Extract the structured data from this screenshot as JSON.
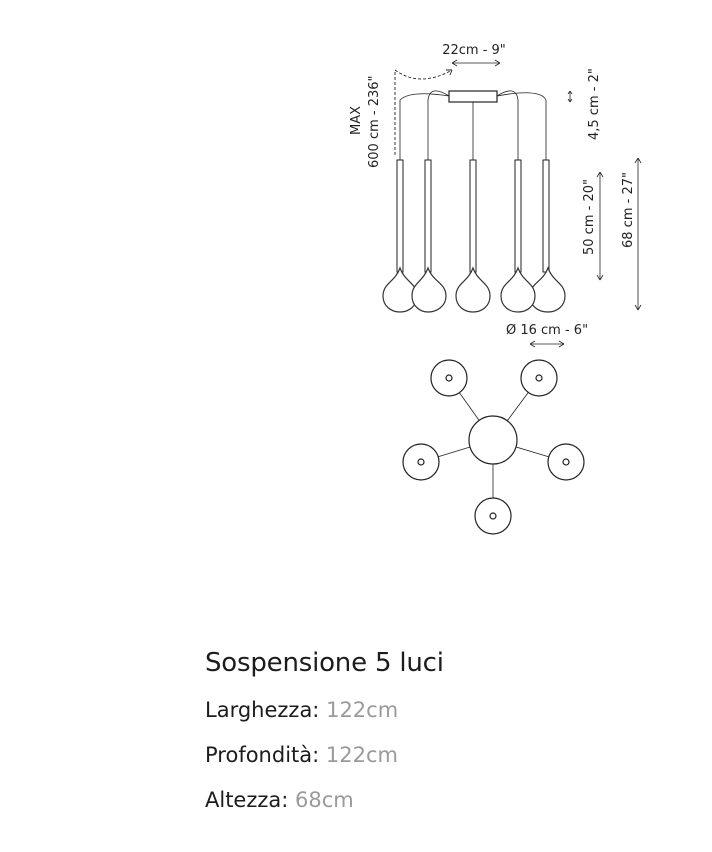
{
  "diagram": {
    "dim_canopy_width": "22cm - 9\"",
    "dim_canopy_height": "4,5 cm - 2\"",
    "dim_max_label": "MAX",
    "dim_max_value": "600 cm - 236\"",
    "dim_lamp_height": "50 cm - 20\"",
    "dim_total_height": "68 cm - 27\"",
    "dim_diameter": "Ø 16 cm - 6\""
  },
  "specs": {
    "title": "Sospensione 5 luci",
    "rows": [
      {
        "label": "Larghezza:",
        "value": "122cm"
      },
      {
        "label": "Profondità:",
        "value": "122cm"
      },
      {
        "label": "Altezza:",
        "value": "68cm"
      }
    ]
  }
}
